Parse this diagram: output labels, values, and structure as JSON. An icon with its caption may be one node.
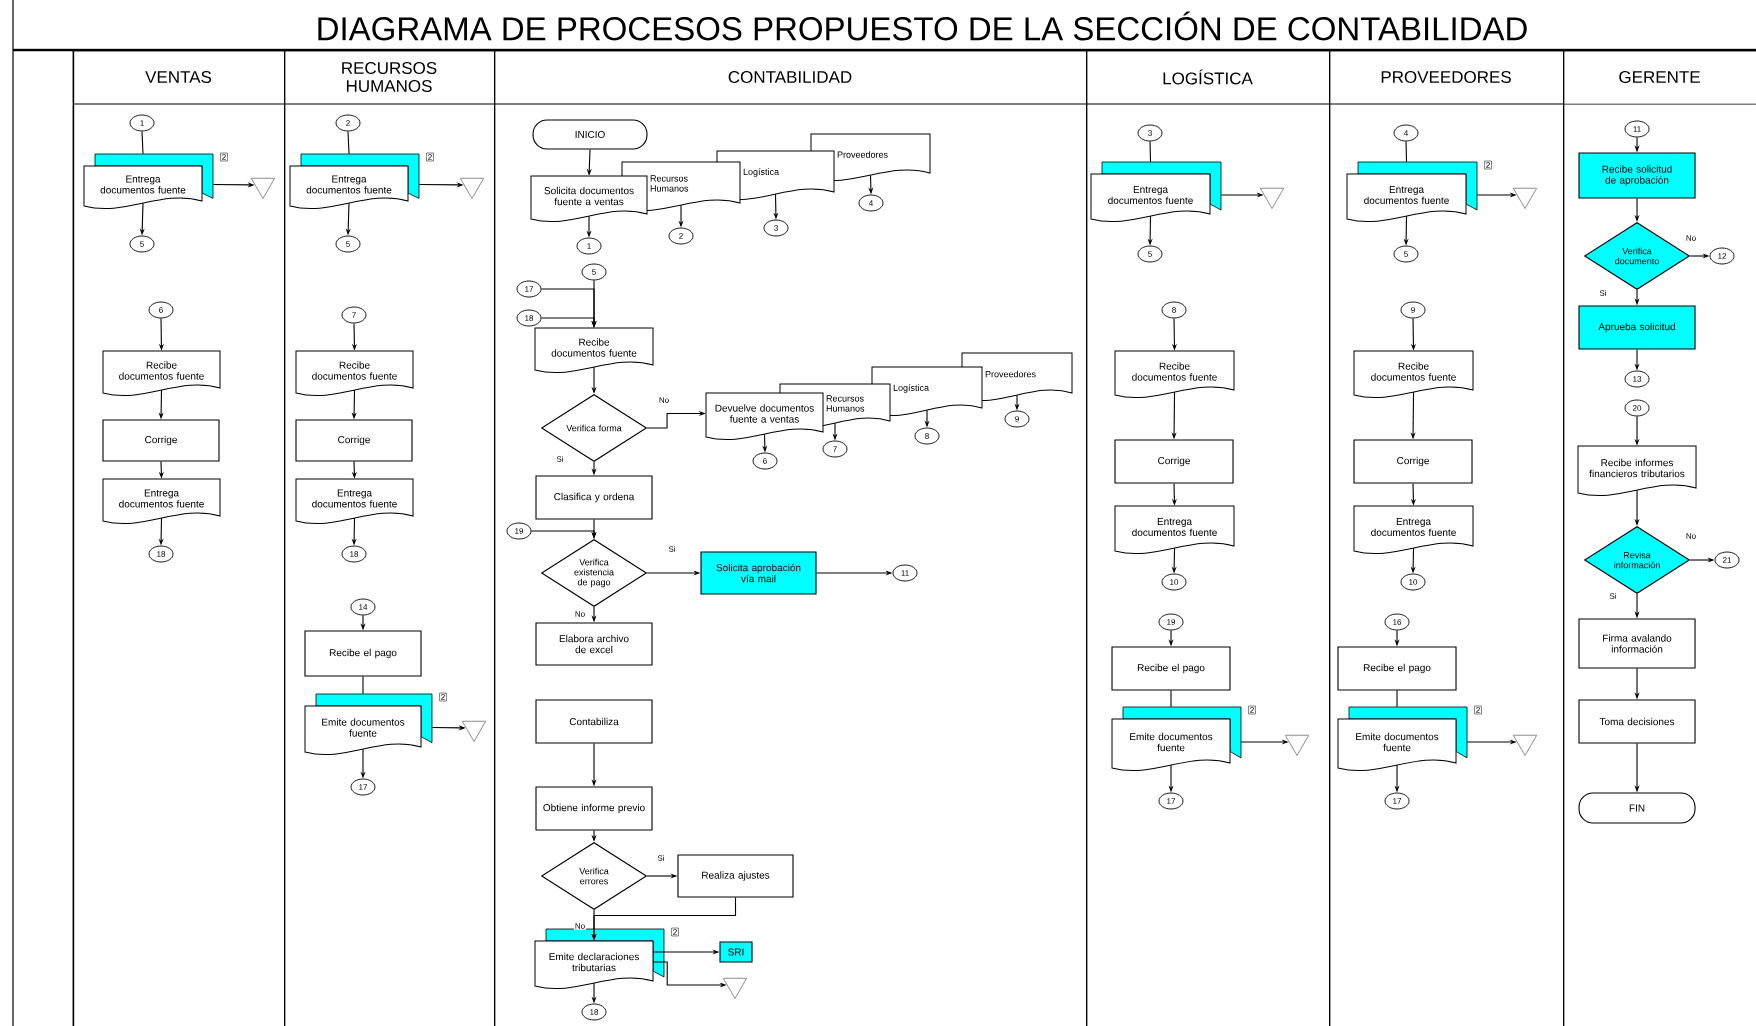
{
  "diagram": {
    "title": "DIAGRAMA DE PROCESOS PROPUESTO DE LA SECCIÓN DE CONTABILIDAD",
    "nodes": [
      {
        "text": [
          "VENTAS"
        ]
      },
      {
        "text": [
          "RECURSOS HUMANOS"
        ]
      },
      {
        "text": [
          "CONTABILIDAD"
        ]
      },
      {
        "text": [
          "LOGÍSTICA"
        ]
      },
      {
        "text": [
          "PROVEEDORES"
        ]
      },
      {
        "text": [
          "GERENTE"
        ]
      },
      {
        "text": [
          "1"
        ],
        "in": 0
      },
      {
        "text": [
          "Entrega documentos fuente"
        ],
        "beside": [
          "2"
        ],
        "in": 0
      },
      {
        "text": [],
        "shape": "triangle",
        "in": 0
      },
      {
        "text": [
          "5"
        ],
        "in": 0
      },
      {
        "text": [
          "6"
        ],
        "in": 0
      },
      {
        "text": [
          "Recibe documentos fuente"
        ],
        "in": 0
      },
      {
        "text": [
          "Corrige"
        ],
        "in": 0
      },
      {
        "text": [
          "Entrega documentos fuente"
        ],
        "in": 0
      },
      {
        "text": [
          "18"
        ],
        "in": 0
      },
      {
        "text": [
          "2"
        ],
        "in": 1
      },
      {
        "text": [
          "Entrega documentos fuente"
        ],
        "beside": [
          "2"
        ],
        "in": 1
      },
      {
        "text": [],
        "shape": "triangle",
        "in": 1
      },
      {
        "text": [
          "5"
        ],
        "in": 1
      },
      {
        "text": [
          "7"
        ],
        "in": 1
      },
      {
        "text": [
          "Recibe documentos fuente"
        ],
        "in": 1
      },
      {
        "text": [
          "Corrige"
        ],
        "in": 1
      },
      {
        "text": [
          "Entrega documentos fuente"
        ],
        "in": 1
      },
      {
        "text": [
          "18"
        ],
        "in": 1
      },
      {
        "text": [
          "14"
        ],
        "in": 1
      },
      {
        "text": [
          "Recibe el pago"
        ],
        "in": 1
      },
      {
        "text": [
          "Emite documentos fuente"
        ],
        "beside": [
          "2"
        ],
        "in": 1
      },
      {
        "text": [],
        "shape": "triangle",
        "in": 1
      },
      {
        "text": [
          "17"
        ],
        "in": 1
      },
      {
        "text": [
          "INICIO"
        ],
        "in": 2
      },
      {
        "text": [
          "Solicita documentos fuente a ventas"
        ],
        "in": 2
      },
      {
        "text": [
          "Recursos Humanos"
        ],
        "in": 2
      },
      {
        "text": [
          "Logística"
        ],
        "in": 2
      },
      {
        "text": [
          "Proveedores"
        ],
        "in": 2
      },
      {
        "text": [
          "1"
        ],
        "in": 2
      },
      {
        "text": [
          "2"
        ],
        "in": 2
      },
      {
        "text": [
          "3"
        ],
        "in": 2
      },
      {
        "text": [
          "4"
        ],
        "in": 2
      },
      {
        "text": [
          "5"
        ],
        "in": 2
      },
      {
        "text": [
          "17"
        ],
        "in": 2
      },
      {
        "text": [
          "18"
        ],
        "in": 2
      },
      {
        "text": [
          "Recibe documentos fuente"
        ],
        "in": 2
      },
      {
        "text": [
          "Verifica forma"
        ],
        "in": 2
      },
      {
        "text": [
          "Devuelve documentos fuente a ventas"
        ],
        "in": 2
      },
      {
        "text": [
          "Recursos Humanos"
        ],
        "in": 2
      },
      {
        "text": [
          "Logística"
        ],
        "in": 2
      },
      {
        "text": [
          "Proveedores"
        ],
        "in": 2
      },
      {
        "text": [
          "6"
        ],
        "in": 2
      },
      {
        "text": [
          "7"
        ],
        "in": 2
      },
      {
        "text": [
          "8"
        ],
        "in": 2
      },
      {
        "text": [
          "9"
        ],
        "in": 2
      },
      {
        "text": [
          "Clasifica y ordena"
        ],
        "in": 2
      },
      {
        "text": [
          "19"
        ],
        "in": 2
      },
      {
        "text": [
          "Verifica existencia de pago"
        ],
        "in": 2
      },
      {
        "text": [
          "Solicita aprobación vía mail"
        ],
        "in": 2
      },
      {
        "text": [
          "11"
        ],
        "in": 2
      },
      {
        "text": [
          "Elabora archivo de excel"
        ],
        "in": 2
      },
      {
        "text": [
          "Contabiliza"
        ],
        "in": 2
      },
      {
        "text": [
          "Obtiene informe previo"
        ],
        "in": 2
      },
      {
        "text": [
          "Verifica errores"
        ],
        "in": 2
      },
      {
        "text": [
          "Realiza ajustes"
        ],
        "in": 2
      },
      {
        "text": [
          "Emite declaraciones tributarias"
        ],
        "beside": [
          "2"
        ],
        "in": 2
      },
      {
        "text": [
          "SRI"
        ],
        "in": 2
      },
      {
        "text": [],
        "shape": "triangle",
        "in": 2
      },
      {
        "text": [
          "18"
        ],
        "in": 2
      },
      {
        "text": [
          "3"
        ],
        "in": 3
      },
      {
        "text": [
          "Entrega documentos fuente"
        ],
        "in": 3
      },
      {
        "text": [],
        "shape": "triangle",
        "in": 3
      },
      {
        "text": [
          "5"
        ],
        "in": 3
      },
      {
        "text": [
          "8"
        ],
        "in": 3
      },
      {
        "text": [
          "Recibe documentos fuente"
        ],
        "in": 3
      },
      {
        "text": [
          "Corrige"
        ],
        "in": 3
      },
      {
        "text": [
          "Entrega documentos fuente"
        ],
        "in": 3
      },
      {
        "text": [
          "10"
        ],
        "in": 3
      },
      {
        "text": [
          "19"
        ],
        "in": 3
      },
      {
        "text": [
          "Recibe el pago"
        ],
        "in": 3
      },
      {
        "text": [
          "Emite documentos fuente"
        ],
        "beside": [
          "2"
        ],
        "in": 3
      },
      {
        "text": [],
        "shape": "triangle",
        "in": 3
      },
      {
        "text": [
          "17"
        ],
        "in": 3
      },
      {
        "text": [
          "4"
        ],
        "in": 4
      },
      {
        "text": [
          "Entrega documentos fuente"
        ],
        "beside": [
          "2"
        ],
        "in": 4
      },
      {
        "text": [],
        "shape": "triangle",
        "in": 4
      },
      {
        "text": [
          "5"
        ],
        "in": 4
      },
      {
        "text": [
          "9"
        ],
        "in": 4
      },
      {
        "text": [
          "Recibe documentos fuente"
        ],
        "in": 4
      },
      {
        "text": [
          "Corrige"
        ],
        "in": 4
      },
      {
        "text": [
          "Entrega documentos fuente"
        ],
        "in": 4
      },
      {
        "text": [
          "10"
        ],
        "in": 4
      },
      {
        "text": [
          "16"
        ],
        "in": 4
      },
      {
        "text": [
          "Recibe el pago"
        ],
        "in": 4
      },
      {
        "text": [
          "Emite documentos fuente"
        ],
        "beside": [
          "2"
        ],
        "in": 4
      },
      {
        "text": [],
        "shape": "triangle",
        "in": 4
      },
      {
        "text": [
          "17"
        ],
        "in": 4
      },
      {
        "text": [
          "11"
        ],
        "in": 5
      },
      {
        "text": [
          "Recibe solicitud de aprobación"
        ],
        "in": 5
      },
      {
        "text": [
          "Verifica documento"
        ],
        "in": 5
      },
      {
        "text": [
          "12"
        ],
        "in": 5
      },
      {
        "text": [
          "Aprueba solicitud"
        ],
        "in": 5
      },
      {
        "text": [
          "13"
        ],
        "in": 5
      },
      {
        "text": [
          "20"
        ],
        "in": 5
      },
      {
        "text": [
          "Recibe informes financieros tributarios"
        ],
        "in": 5
      },
      {
        "text": [
          "Revisa información"
        ],
        "in": 5
      },
      {
        "text": [
          "21"
        ],
        "in": 5
      },
      {
        "text": [
          "Firma avalando información"
        ],
        "in": 5
      },
      {
        "text": [
          "Toma decisiones"
        ],
        "in": 5
      },
      {
        "text": [
          "FIN"
        ],
        "in": 5
      }
    ],
    "edges": [
      {
        "from": 6,
        "to": 7,
        "arrow": "none"
      },
      {
        "from": 7,
        "to": 8,
        "arrow": "to"
      },
      {
        "from": 7,
        "to": 9,
        "arrow": "to"
      },
      {
        "from": 10,
        "to": 11,
        "arrow": "to"
      },
      {
        "from": 11,
        "to": 12,
        "arrow": "to"
      },
      {
        "from": 12,
        "to": 13,
        "arrow": "to"
      },
      {
        "from": 13,
        "to": 14,
        "arrow": "to"
      },
      {
        "from": 15,
        "to": 16,
        "arrow": "none"
      },
      {
        "from": 16,
        "to": 17,
        "arrow": "to"
      },
      {
        "from": 16,
        "to": 18,
        "arrow": "to"
      },
      {
        "from": 19,
        "to": 20,
        "arrow": "to"
      },
      {
        "from": 20,
        "to": 21,
        "arrow": "to"
      },
      {
        "from": 21,
        "to": 22,
        "arrow": "to"
      },
      {
        "from": 22,
        "to": 23,
        "arrow": "to"
      },
      {
        "from": 24,
        "to": 25,
        "arrow": "to"
      },
      {
        "from": 25,
        "to": 26,
        "arrow": "none"
      },
      {
        "from": 26,
        "to": 27,
        "arrow": "to"
      },
      {
        "from": 26,
        "to": 28,
        "arrow": "to"
      },
      {
        "from": 29,
        "to": 30,
        "arrow": "to"
      },
      {
        "from": 30,
        "to": 34,
        "arrow": "to"
      },
      {
        "from": 31,
        "to": 35,
        "arrow": "to"
      },
      {
        "from": 32,
        "to": 36,
        "arrow": "to"
      },
      {
        "from": 33,
        "to": 37,
        "arrow": "to"
      },
      {
        "from": 38,
        "to": 41,
        "arrow": "to"
      },
      {
        "from": 39,
        "to": 41,
        "arrow": "to"
      },
      {
        "from": 40,
        "to": 41,
        "arrow": "to"
      },
      {
        "from": 41,
        "to": 42,
        "arrow": "to"
      },
      {
        "from": 42,
        "to": 43,
        "arrow": "to",
        "label": "No"
      },
      {
        "from": 43,
        "to": 47,
        "arrow": "to"
      },
      {
        "from": 44,
        "to": 48,
        "arrow": "to"
      },
      {
        "from": 45,
        "to": 49,
        "arrow": "to"
      },
      {
        "from": 46,
        "to": 50,
        "arrow": "to"
      },
      {
        "from": 42,
        "to": 51,
        "arrow": "to",
        "label": "Si"
      },
      {
        "from": 51,
        "to": 53,
        "arrow": "to"
      },
      {
        "from": 52,
        "to": 53,
        "arrow": "to"
      },
      {
        "from": 53,
        "to": 54,
        "arrow": "to",
        "label": "Si"
      },
      {
        "from": 54,
        "to": 55,
        "arrow": "to"
      },
      {
        "from": 53,
        "to": 56,
        "arrow": "to",
        "label": "No"
      },
      {
        "from": 57,
        "to": 58,
        "arrow": "to"
      },
      {
        "from": 58,
        "to": 59,
        "arrow": "to"
      },
      {
        "from": 59,
        "to": 60,
        "arrow": "to",
        "label": "Si"
      },
      {
        "from": 60,
        "to": 61,
        "arrow": "to"
      },
      {
        "from": 59,
        "to": 61,
        "arrow": "to",
        "label": "No"
      },
      {
        "from": 61,
        "to": 62,
        "arrow": "to"
      },
      {
        "from": 61,
        "to": 63,
        "arrow": "to"
      },
      {
        "from": 61,
        "to": 64,
        "arrow": "to"
      },
      {
        "from": 65,
        "to": 66,
        "arrow": "none"
      },
      {
        "from": 66,
        "to": 67,
        "arrow": "to"
      },
      {
        "from": 66,
        "to": 68,
        "arrow": "to"
      },
      {
        "from": 69,
        "to": 70,
        "arrow": "to"
      },
      {
        "from": 70,
        "to": 71,
        "arrow": "to"
      },
      {
        "from": 71,
        "to": 72,
        "arrow": "to"
      },
      {
        "from": 72,
        "to": 73,
        "arrow": "to"
      },
      {
        "from": 74,
        "to": 75,
        "arrow": "to"
      },
      {
        "from": 75,
        "to": 76,
        "arrow": "none"
      },
      {
        "from": 76,
        "to": 77,
        "arrow": "to"
      },
      {
        "from": 76,
        "to": 78,
        "arrow": "to"
      },
      {
        "from": 79,
        "to": 80,
        "arrow": "none"
      },
      {
        "from": 80,
        "to": 81,
        "arrow": "to"
      },
      {
        "from": 80,
        "to": 82,
        "arrow": "to"
      },
      {
        "from": 83,
        "to": 84,
        "arrow": "to"
      },
      {
        "from": 84,
        "to": 85,
        "arrow": "to"
      },
      {
        "from": 85,
        "to": 86,
        "arrow": "to"
      },
      {
        "from": 86,
        "to": 87,
        "arrow": "to"
      },
      {
        "from": 88,
        "to": 89,
        "arrow": "to"
      },
      {
        "from": 89,
        "to": 90,
        "arrow": "none"
      },
      {
        "from": 90,
        "to": 91,
        "arrow": "to"
      },
      {
        "from": 90,
        "to": 92,
        "arrow": "to"
      },
      {
        "from": 93,
        "to": 94,
        "arrow": "to"
      },
      {
        "from": 94,
        "to": 95,
        "arrow": "to"
      },
      {
        "from": 95,
        "to": 96,
        "arrow": "to",
        "label": "No"
      },
      {
        "from": 95,
        "to": 97,
        "arrow": "to",
        "label": "Si"
      },
      {
        "from": 97,
        "to": 98,
        "arrow": "to"
      },
      {
        "from": 99,
        "to": 100,
        "arrow": "to"
      },
      {
        "from": 100,
        "to": 101,
        "arrow": "to"
      },
      {
        "from": 101,
        "to": 102,
        "arrow": "to",
        "label": "No"
      },
      {
        "from": 101,
        "to": 103,
        "arrow": "to",
        "label": "Si"
      },
      {
        "from": 103,
        "to": 104,
        "arrow": "to"
      },
      {
        "from": 104,
        "to": 105,
        "arrow": "to"
      }
    ]
  }
}
